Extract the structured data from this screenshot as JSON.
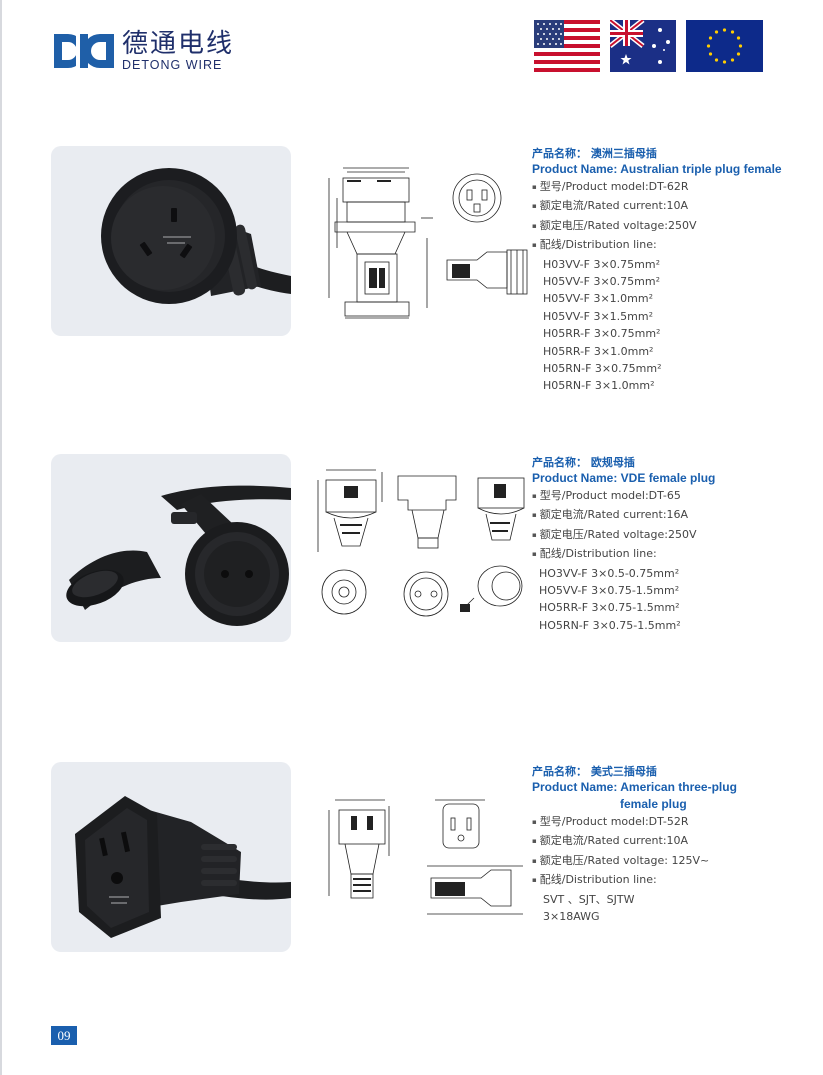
{
  "brand": {
    "name_cn": "德通电线",
    "name_en": "DETONG WIRE"
  },
  "flags": [
    "us-flag",
    "au-flag",
    "eu-flag"
  ],
  "products": [
    {
      "title_cn": "产品名称： 澳洲三插母插",
      "title_en": "Product Name: Australian triple plug female",
      "model": "型号/Product model:DT-62R",
      "current": "额定电流/Rated current:10A",
      "voltage": "额定电压/Rated voltage:250V",
      "line_label": "配线/Distribution line:",
      "lines": [
        "H03VV-F  3×0.75mm²",
        "H05VV-F  3×0.75mm²",
        "H05VV-F  3×1.0mm²",
        "H05VV-F  3×1.5mm²",
        "H05RR-F  3×0.75mm²",
        "H05RR-F  3×1.0mm²",
        "H05RN-F  3×0.75mm²",
        "H05RN-F  3×1.0mm²"
      ]
    },
    {
      "title_cn": "产品名称： 欧规母插",
      "title_en": "Product Name: VDE female plug",
      "model": "型号/Product model:DT-65",
      "current": "额定电流/Rated current:16A",
      "voltage": "额定电压/Rated voltage:250V",
      "line_label": "配线/Distribution line:",
      "lines": [
        "HO3VV-F 3×0.5-0.75mm²",
        "HO5VV-F 3×0.75-1.5mm²",
        "HO5RR-F 3×0.75-1.5mm²",
        "HO5RN-F 3×0.75-1.5mm²"
      ]
    },
    {
      "title_cn": "产品名称： 美式三插母插",
      "title_en": "Product Name: American three-plug",
      "title_en_2": "female plug",
      "model": "型号/Product model:DT-52R",
      "current": "额定电流/Rated current:10A",
      "voltage": "额定电压/Rated voltage: 125V~",
      "line_label": "配线/Distribution line:",
      "lines": [
        "SVT 、SJT、SJTW",
        "3×18AWG"
      ]
    }
  ],
  "page_number": "09",
  "colors": {
    "brand_blue": "#1a5fae",
    "logo_navy": "#1f2f6b",
    "photo_bg": "#e9ecf1",
    "product_black": "#1d1e20"
  }
}
